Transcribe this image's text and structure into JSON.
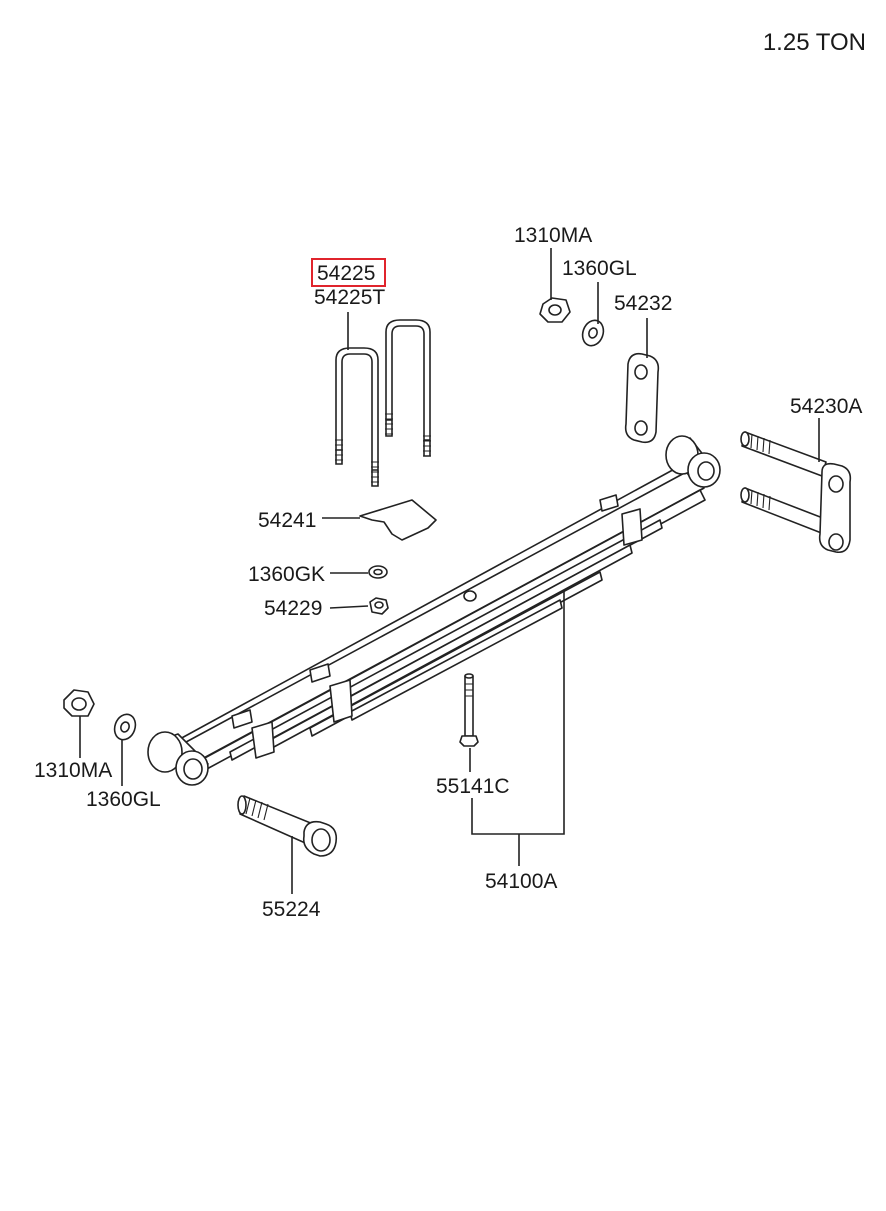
{
  "title": "1.25 TON",
  "highlight_color": "#e0242c",
  "parts": {
    "p54225": "54225",
    "p54225T": "54225T",
    "p1310MA_top": "1310MA",
    "p1360GL_top": "1360GL",
    "p54232": "54232",
    "p54230A": "54230A",
    "p54241": "54241",
    "p1360GK": "1360GK",
    "p54229": "54229",
    "p1310MA_left": "1310MA",
    "p1360GL_left": "1360GL",
    "p55141C": "55141C",
    "p54100A": "54100A",
    "p55224": "55224"
  }
}
